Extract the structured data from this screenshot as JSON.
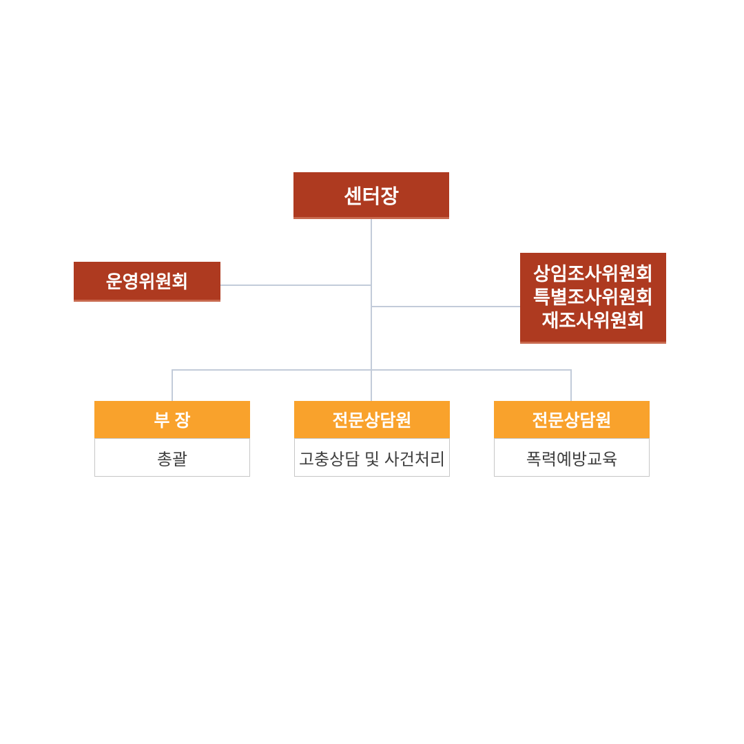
{
  "org_chart": {
    "root": {
      "label": "센터장"
    },
    "steering_committee": {
      "label": "운영위원회"
    },
    "investigation_committees": {
      "lines": [
        "상임조사위원회",
        "특별조사위원회",
        "재조사위원회"
      ]
    },
    "departments": [
      {
        "title": "부 장",
        "role": "총괄"
      },
      {
        "title": "전문상담원",
        "role": "고충상담 및 사건처리"
      },
      {
        "title": "전문상담원",
        "role": "폭력예방교육"
      }
    ],
    "colors": {
      "node_red": "#AE3A20",
      "node_red_bottom_edge": "#C8694E",
      "node_orange": "#F9A22C",
      "body_border": "#C6C6C6",
      "body_text": "#3F3F3F",
      "connector": "#C2CBD9",
      "background": "#FFFFFF"
    }
  }
}
